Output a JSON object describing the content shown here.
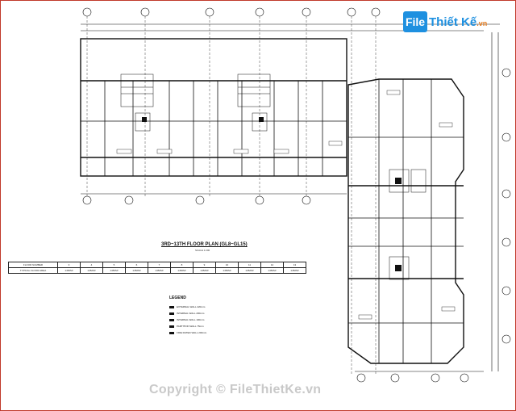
{
  "logo": {
    "mark_text": "File",
    "brand": "Thiết Kế",
    "domain": ".vn"
  },
  "plan": {
    "title": "3RD~13TH FLOOR PLAN (GL8~GL15)",
    "scale": "SCALE 1:200",
    "schedule": {
      "header_label": "FLOOR NUMBER",
      "header_values": [
        "3",
        "4",
        "5",
        "6",
        "7",
        "8",
        "9",
        "10",
        "11",
        "12",
        "13"
      ],
      "row_label": "TYPICAL FLOOR AREA",
      "row_values": [
        "1452M²",
        "1452M²",
        "1452M²",
        "1452M²",
        "1452M²",
        "1452M²",
        "1452M²",
        "1452M²",
        "1452M²",
        "1452M²",
        "1452M²"
      ]
    },
    "legend": {
      "title": "LEGEND",
      "items": [
        "EXTERNAL WALL 220mm",
        "INTERNAL WALL 200mm",
        "INTERNAL WALL 100mm",
        "PARTITION WALL 75mm",
        "FIRE RATED WALL 200mm"
      ]
    }
  },
  "watermark": {
    "copyright": "Copyright © FileThietKe.vn"
  },
  "colors": {
    "frame": "#c0392b",
    "logo": "#1e90e0",
    "lines": "#111111"
  }
}
